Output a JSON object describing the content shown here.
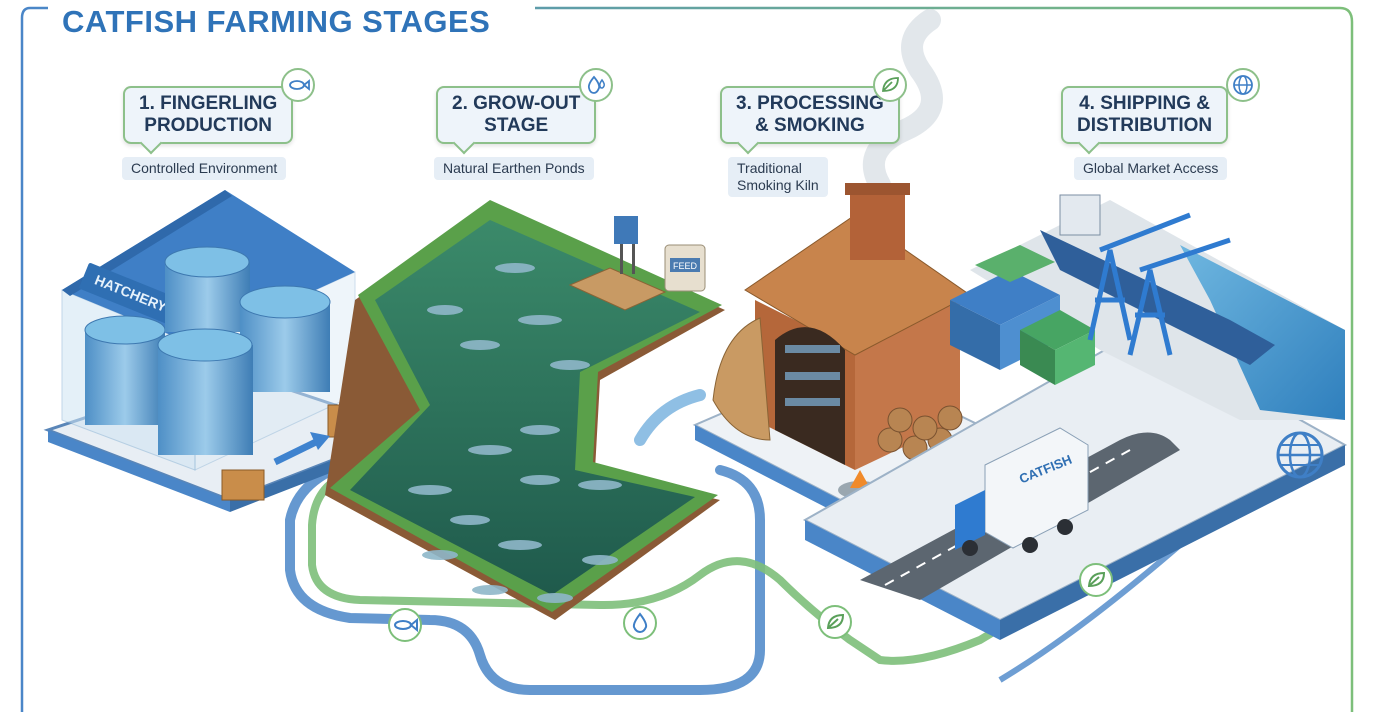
{
  "title": "CATFISH FARMING STAGES",
  "stages": [
    {
      "number_label": "1. FINGERLING",
      "label_line2": "PRODUCTION",
      "caption": "Controlled Environment",
      "icon": "fish-icon"
    },
    {
      "number_label": "2. GROW-OUT",
      "label_line2": "STAGE",
      "caption": "Natural Earthen Ponds",
      "icon": "water-drop-icon"
    },
    {
      "number_label": "3. PROCESSING",
      "label_line2": "& SMOKING",
      "caption_line1": "Traditional",
      "caption_line2": "Smoking Kiln",
      "icon": "leaf-icon"
    },
    {
      "number_label": "4. SHIPPING &",
      "label_line2": "DISTRIBUTION",
      "caption": "Global Market Access",
      "icon": "globe-icon"
    }
  ],
  "scene_labels": {
    "hatchery_sign": "HATCHERY",
    "truck_text": "CATFISH",
    "feed_bag": "FEED"
  },
  "path_icons": [
    "fish-icon",
    "water-drop-icon",
    "leaf-icon",
    "leaf-icon",
    "globe-icon"
  ],
  "colors": {
    "title": "#2f73b8",
    "path_blue": "#4a86c8",
    "path_green": "#7dbf7a",
    "pond_water": "#2f7a5e",
    "brick": "#b5673a",
    "sea": "#3d8fc7"
  }
}
